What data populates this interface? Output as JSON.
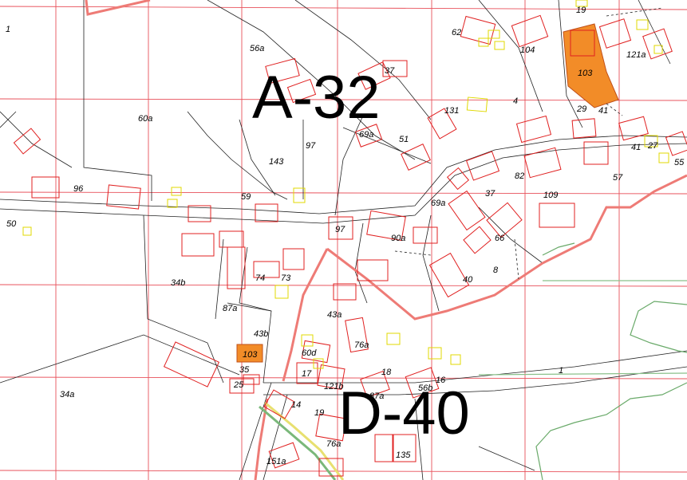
{
  "sheet_labels": {
    "a32": "A-32",
    "d40": "D-40"
  },
  "colors": {
    "grid": "#e8505a",
    "boundary": "#ee7b76",
    "building": "#e02020",
    "highlight": "#f28c28",
    "small_structure": "#e8e800",
    "vegetation": "#6aaa6a",
    "road_yellow": "#e8e070",
    "road_green": "#7ab87a"
  },
  "parcels": {
    "p1": "1",
    "p19": "19",
    "p62": "62",
    "p104": "104",
    "p56a": "56a",
    "p121a": "121a",
    "p103_top": "103",
    "p37_top": "37",
    "p60a": "60a",
    "p131": "131",
    "p4": "4",
    "p29": "29",
    "p41": "41",
    "p143": "143",
    "p97": "97",
    "p69a": "69a",
    "p51": "51",
    "p41b": "41",
    "p27": "27",
    "p55": "55",
    "p57": "57",
    "p96": "96",
    "p59": "59",
    "p82": "82",
    "p37": "37",
    "p69b": "69a",
    "p109": "109",
    "p50": "50",
    "p97b": "97",
    "p90a": "90a",
    "p66": "66",
    "p34b": "34b",
    "p74": "74",
    "p73": "73",
    "p8": "8",
    "p40": "40",
    "p87a": "87a",
    "p43a": "43a",
    "p43b": "43b",
    "p103_bottom": "103",
    "p76a": "76a",
    "p60d": "60d",
    "p1b": "1",
    "p35": "35",
    "p25": "25",
    "p17": "17",
    "p121b": "121b",
    "p87b": "87a",
    "p56b": "56b",
    "p16": "16",
    "p18": "18",
    "p34a": "34a",
    "p14": "14",
    "p19b": "19",
    "p76b": "76a",
    "p135": "135",
    "p151a": "151a"
  }
}
